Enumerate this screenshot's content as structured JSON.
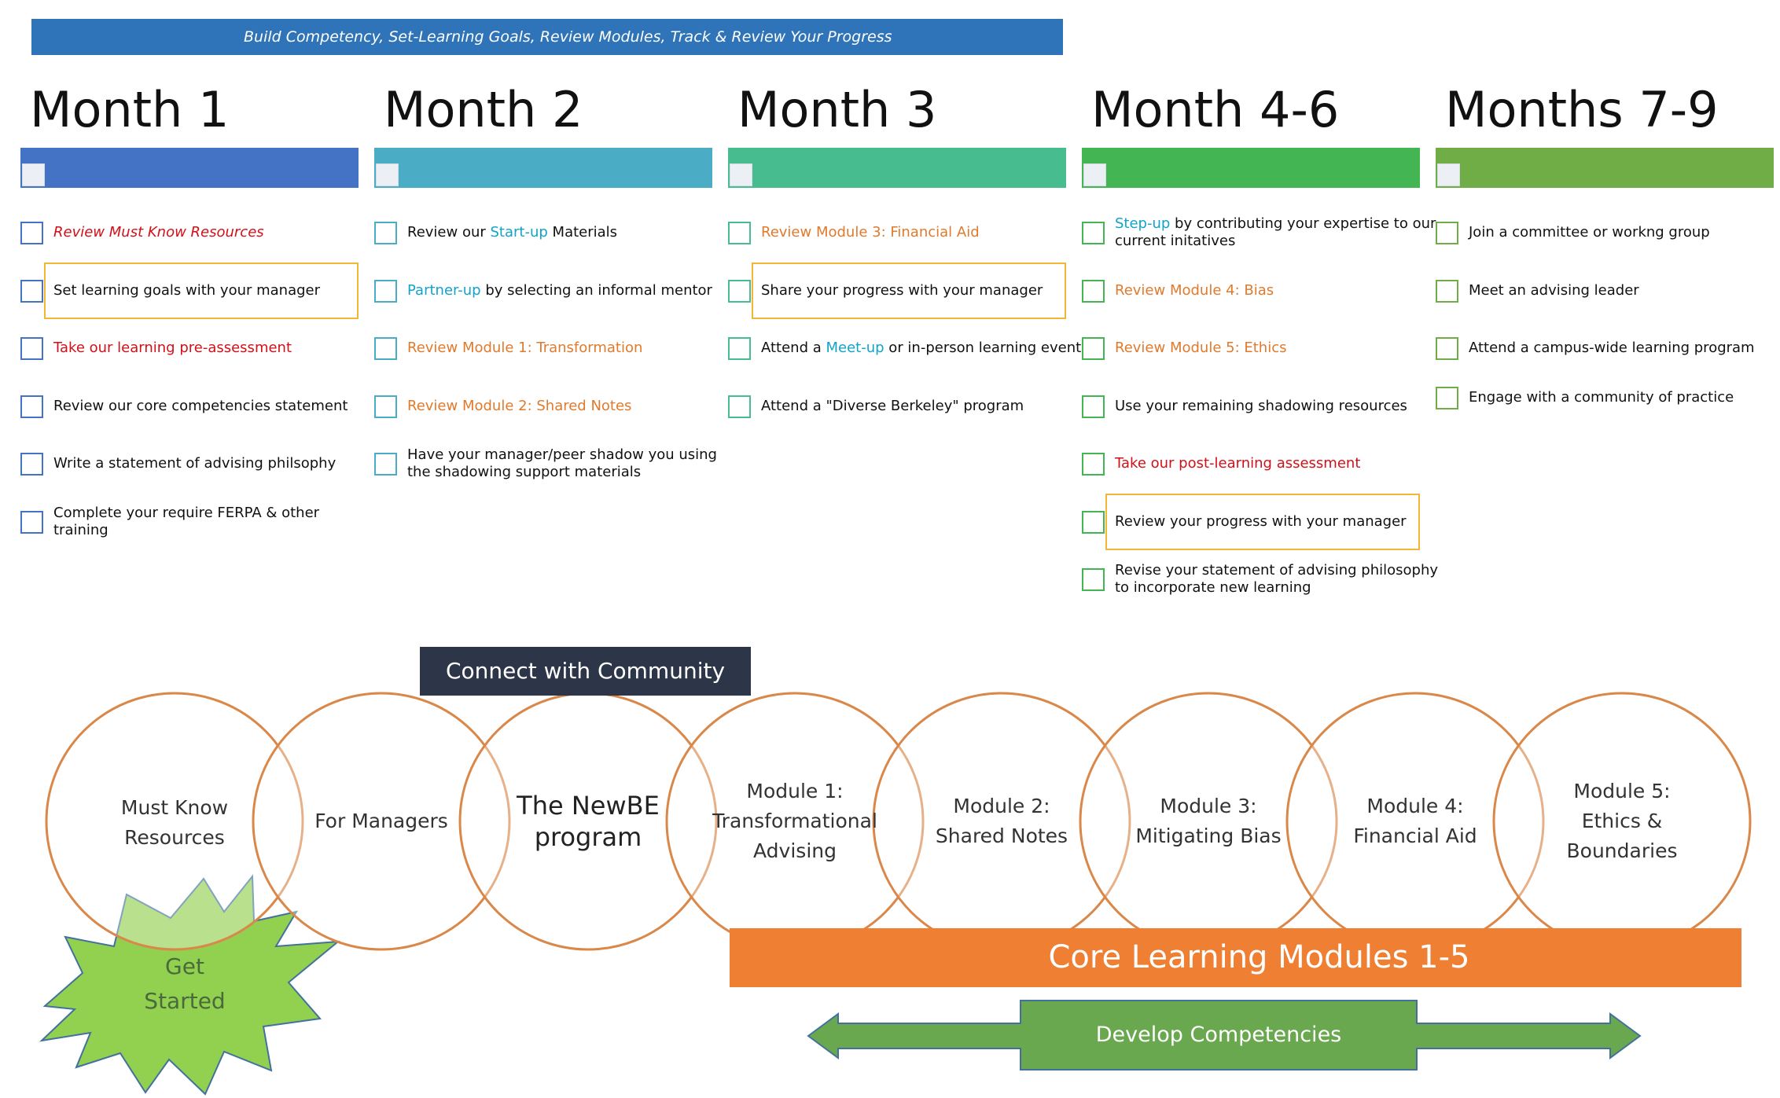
{
  "banner": "Build Competency, Set-Learning Goals, Review Modules, Track & Review Your Progress",
  "months": [
    {
      "title": "Month 1",
      "color": "#4472c4",
      "items": [
        {
          "parts": [
            {
              "t": "Review ",
              "c": "red",
              "i": true
            },
            {
              "t": "Must Know Resources",
              "c": "red",
              "i": true
            }
          ]
        },
        {
          "parts": [
            {
              "t": "Set learning goals with your manager",
              "c": "dark"
            }
          ],
          "highlight": true
        },
        {
          "parts": [
            {
              "t": "Take our learning pre-assessment",
              "c": "red"
            }
          ]
        },
        {
          "parts": [
            {
              "t": "Review our core competencies statement",
              "c": "dark"
            }
          ]
        },
        {
          "parts": [
            {
              "t": "Write a statement of advising philsophy",
              "c": "dark"
            }
          ]
        },
        {
          "parts": [
            {
              "t": "Complete your require FERPA & other",
              "c": "dark"
            }
          ],
          "line2": "training"
        }
      ]
    },
    {
      "title": "Month 2",
      "color": "#4bacc6",
      "items": [
        {
          "parts": [
            {
              "t": "Review our ",
              "c": "dark"
            },
            {
              "t": "Start-up",
              "c": "teal"
            },
            {
              "t": " Materials",
              "c": "dark"
            }
          ]
        },
        {
          "parts": [
            {
              "t": "Partner-up",
              "c": "teal"
            },
            {
              "t": " by selecting an informal mentor",
              "c": "dark"
            }
          ]
        },
        {
          "parts": [
            {
              "t": "Review Module 1: Transformation",
              "c": "orange"
            }
          ]
        },
        {
          "parts": [
            {
              "t": "Review Module 2: Shared Notes",
              "c": "orange"
            }
          ]
        },
        {
          "parts": [
            {
              "t": "Have your manager/peer shadow you using",
              "c": "dark"
            }
          ],
          "line2": "the shadowing support materials"
        }
      ]
    },
    {
      "title": "Month 3",
      "color": "#46bc8f",
      "items": [
        {
          "parts": [
            {
              "t": "Review Module 3: Financial Aid",
              "c": "orange"
            }
          ]
        },
        {
          "parts": [
            {
              "t": "Share your progress with your manager",
              "c": "dark"
            }
          ],
          "highlight": true
        },
        {
          "parts": [
            {
              "t": "Attend a ",
              "c": "dark"
            },
            {
              "t": "Meet-up",
              "c": "teal"
            },
            {
              "t": " or in-person learning event",
              "c": "dark"
            }
          ]
        },
        {
          "parts": [
            {
              "t": "Attend a \"Diverse Berkeley\" program",
              "c": "dark"
            }
          ]
        }
      ]
    },
    {
      "title": "Month 4-6",
      "color": "#43b552",
      "items": [
        {
          "parts": [
            {
              "t": "Step-up",
              "c": "teal"
            },
            {
              "t": " by contributing your expertise to our",
              "c": "dark"
            }
          ],
          "line2": "current initatives"
        },
        {
          "parts": [
            {
              "t": "Review Module 4: Bias",
              "c": "orange"
            }
          ]
        },
        {
          "parts": [
            {
              "t": "Review Module 5: Ethics",
              "c": "orange"
            }
          ]
        },
        {
          "parts": [
            {
              "t": "Use your remaining shadowing resources",
              "c": "dark"
            }
          ]
        },
        {
          "parts": [
            {
              "t": "Take our post-learning assessment",
              "c": "red"
            }
          ]
        },
        {
          "parts": [
            {
              "t": "Review your progress with your manager",
              "c": "dark"
            }
          ],
          "highlight": true
        },
        {
          "parts": [
            {
              "t": "Revise your statement of advising philosophy",
              "c": "dark"
            }
          ],
          "line2": "to incorporate new learning"
        }
      ]
    },
    {
      "title": "Months 7-9",
      "color": "#70ad47",
      "items": [
        {
          "parts": [
            {
              "t": "Join a committee or workng group",
              "c": "dark"
            }
          ]
        },
        {
          "parts": [
            {
              "t": "Meet an advising leader",
              "c": "dark"
            }
          ]
        },
        {
          "parts": [
            {
              "t": "Attend a campus-wide learning program",
              "c": "dark"
            }
          ]
        },
        {
          "parts": [
            {
              "t": "Engage with a community of practice",
              "c": "dark"
            }
          ]
        }
      ]
    }
  ],
  "connect": "Connect with Community",
  "circles": [
    {
      "lines": [
        "Must Know",
        "Resources"
      ]
    },
    {
      "lines": [
        "For Managers"
      ]
    },
    {
      "lines": [
        "The NewBE",
        "program"
      ],
      "bold": true
    },
    {
      "lines": [
        "Module 1:",
        "Transformational",
        "Advising"
      ]
    },
    {
      "lines": [
        "Module 2:",
        "Shared Notes"
      ]
    },
    {
      "lines": [
        "Module 3:",
        "Mitigating Bias"
      ]
    },
    {
      "lines": [
        "Module 4:",
        "Financial Aid"
      ]
    },
    {
      "lines": [
        "Module 5:",
        "Ethics &",
        "Boundaries"
      ]
    }
  ],
  "core": "Core Learning Modules 1-5",
  "develop": "Develop Competencies",
  "get_started": [
    "Get",
    "Started"
  ],
  "colors": {
    "circle": "#d9884a",
    "core": "#ee7f33",
    "arrow": "#6aa84f",
    "star": "#92d050"
  }
}
